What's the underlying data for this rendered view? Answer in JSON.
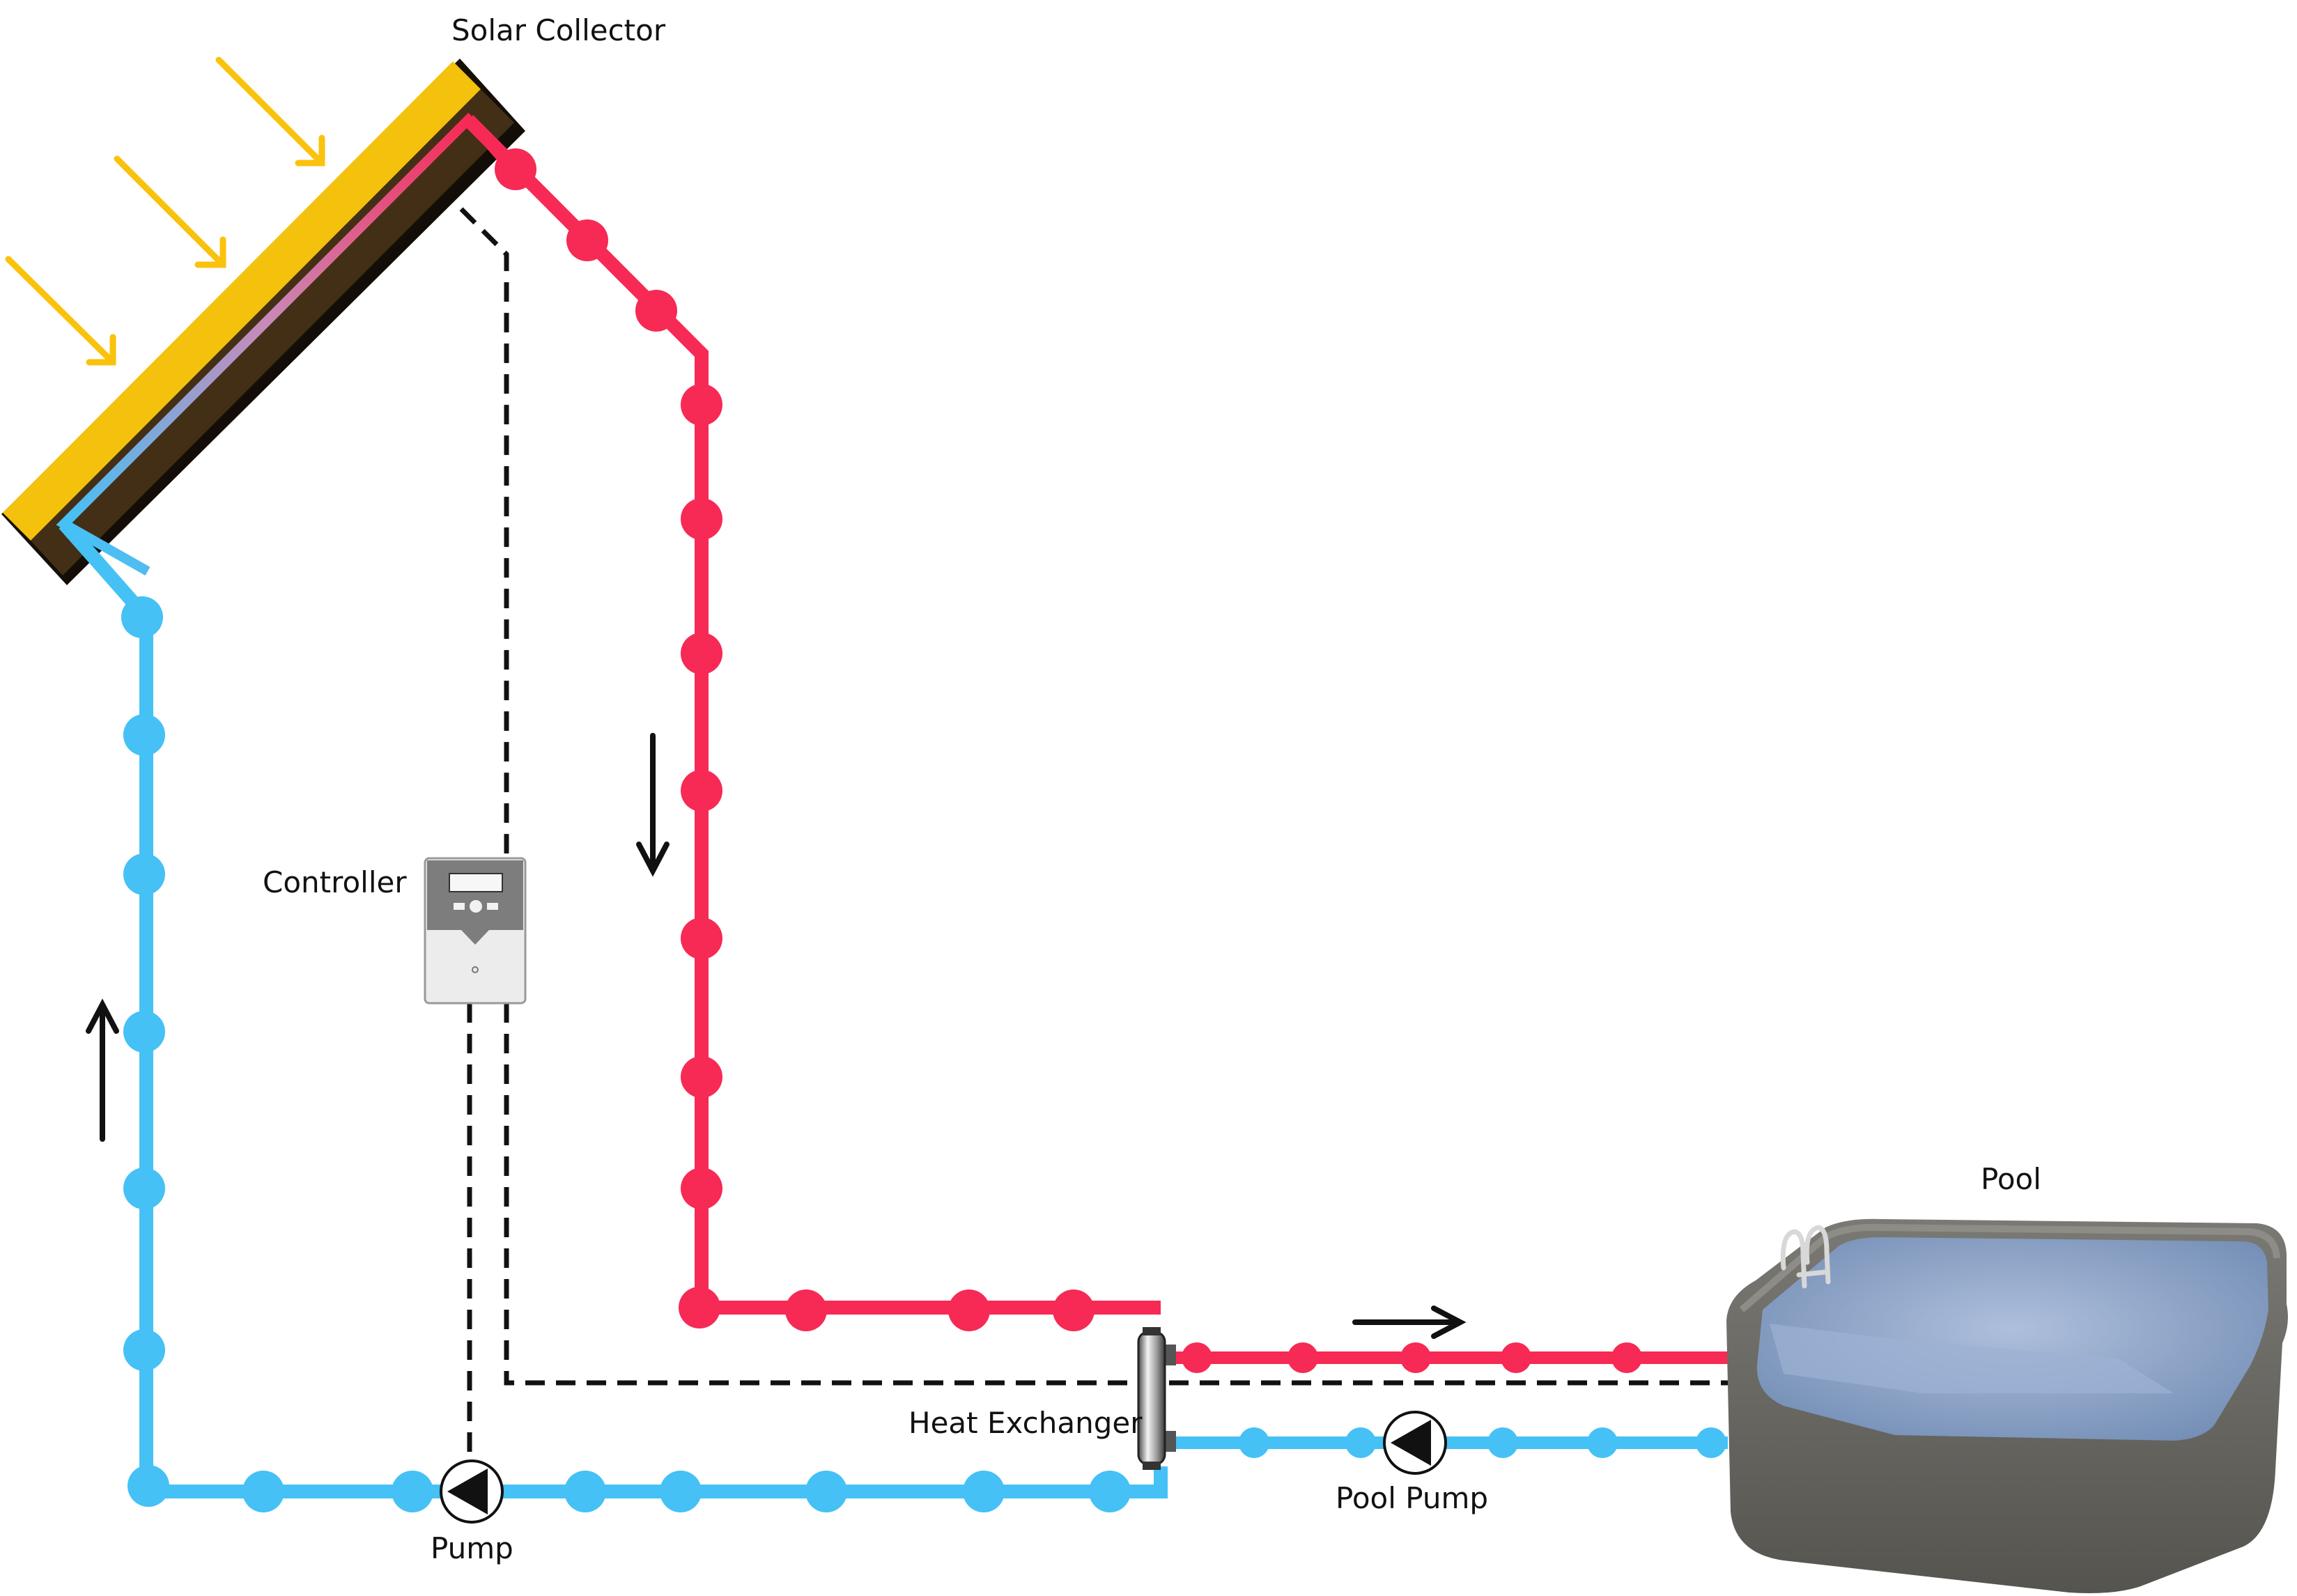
{
  "labels": {
    "solar_collector": "Solar Collector",
    "controller": "Controller",
    "heat_exchanger": "Heat Exchanger",
    "pump": "Pump",
    "pool_pump": "Pool Pump",
    "pool": "Pool"
  },
  "colors": {
    "hot_pipe": "#f62a55",
    "cold_pipe": "#45c1f5",
    "sun_rays": "#fbc20c",
    "collector_frame": "#f4c10c",
    "control_wire": "#111111",
    "pool_shell": "#6d6c67",
    "pool_water": "#8ea7c9"
  },
  "icons": {
    "sun_rays": "arrow-down-right-icon",
    "flow_direction": "arrow-icon",
    "pump": "pump-triangle-icon",
    "controller": "controller-device-icon",
    "heat_exchanger": "heat-exchanger-cylinder-icon",
    "pool": "pool-tub-icon"
  }
}
